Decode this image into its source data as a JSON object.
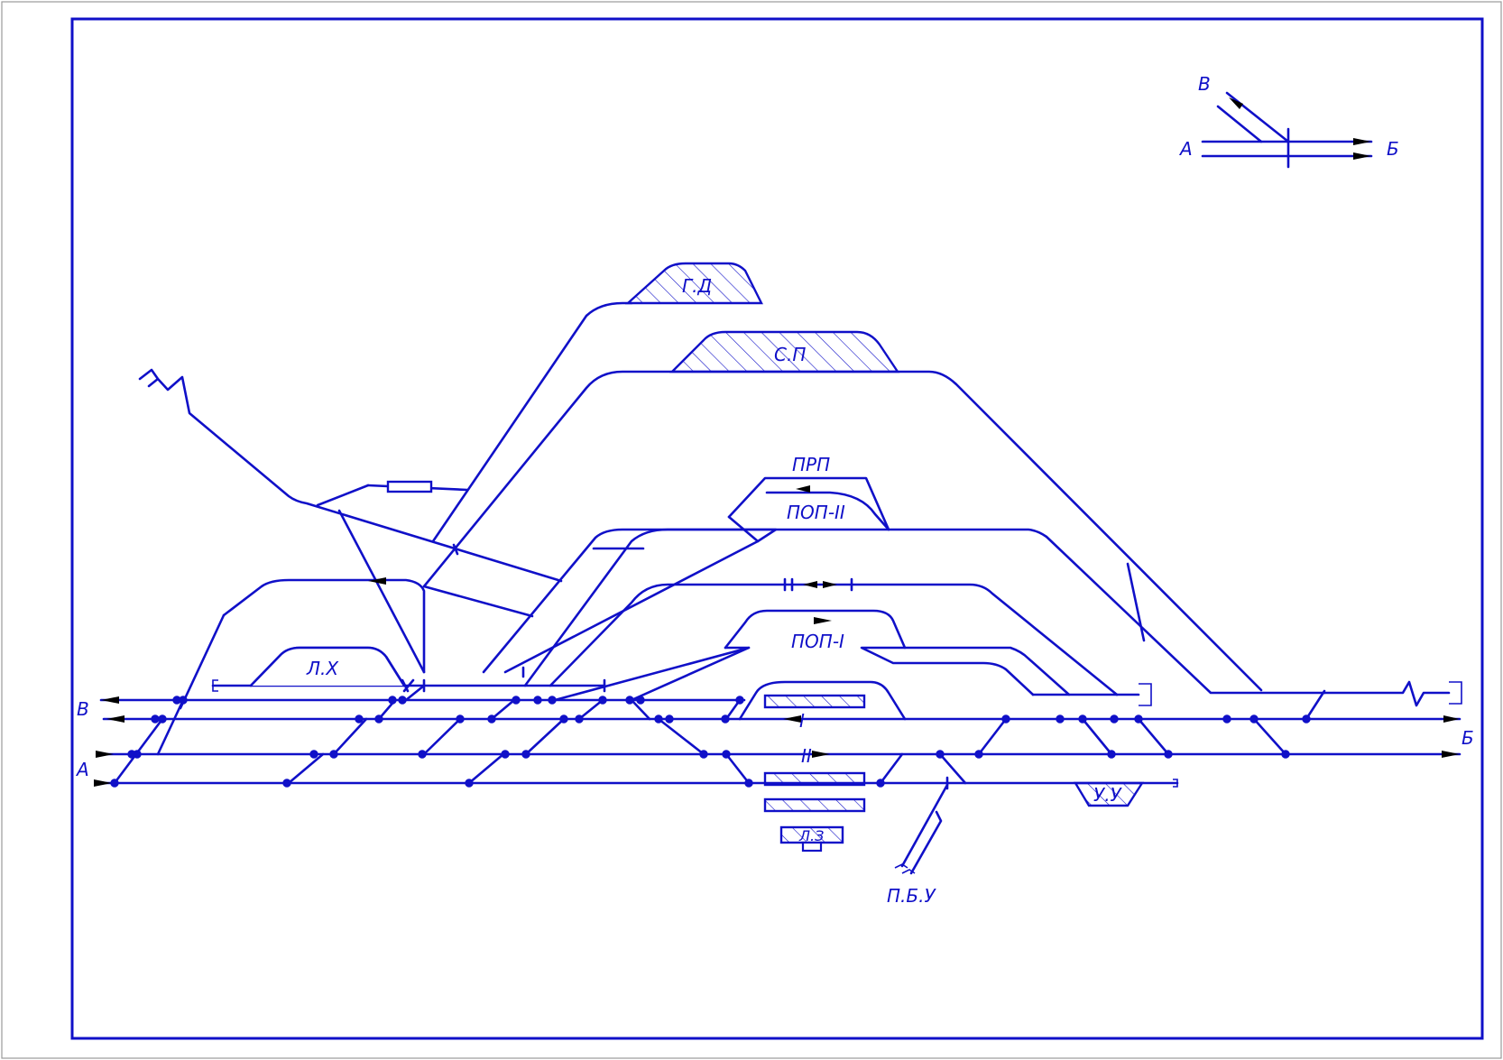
{
  "labels": {
    "legend_v": "В",
    "legend_a": "А",
    "legend_b": "Б",
    "gd": "Г.Д",
    "sp": "С.П",
    "prp": "ПРП",
    "pop2": "ПОП-II",
    "pop1": "ПОП-I",
    "lh": "Л.Х",
    "track1": "I",
    "track2": "II",
    "uu": "У.У",
    "lz": "Л.З",
    "pbu": "П.Б.У",
    "left_v": "В",
    "left_a": "А",
    "right_b": "Б"
  },
  "colors": {
    "line": "#1010c8",
    "frame": "#1010c8",
    "arrow": "#000000"
  }
}
